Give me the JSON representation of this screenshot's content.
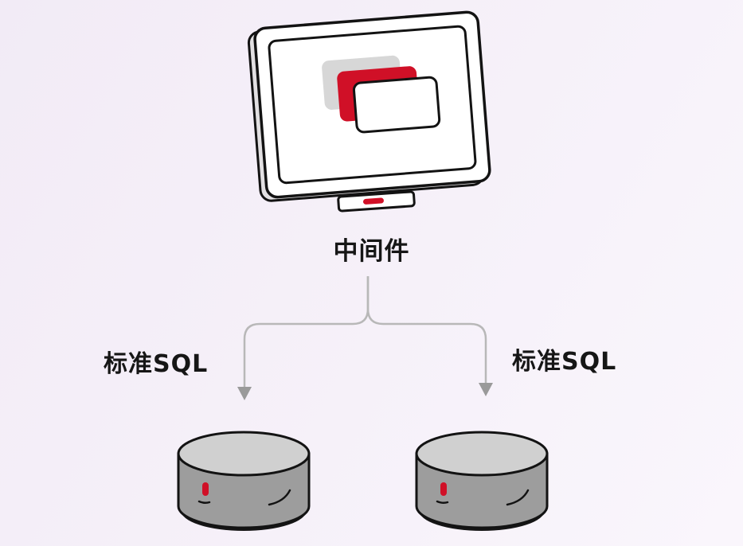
{
  "diagram": {
    "middleware_label": "中间件",
    "left_connection_label": "标准SQL",
    "right_connection_label": "标准SQL"
  },
  "icons": {
    "middleware": "monitor-window-icon",
    "middleware_stand": "monitor-stand-icon",
    "left_database": "database-cylinder-icon",
    "right_database": "database-cylinder-icon",
    "left_arrow": "arrow-down-icon",
    "right_arrow": "arrow-down-icon"
  },
  "colors": {
    "background_start": "#f2ebf6",
    "background_end": "#faf6fc",
    "accent_red": "#d01027",
    "outline": "#131313",
    "connector_gray": "#b8b8b8",
    "arrow_gray": "#9a9a9a",
    "card_gray": "#d7d7d7",
    "cylinder_top_gray": "#d0d0d0",
    "cylinder_body_gray": "#9d9d9d"
  }
}
